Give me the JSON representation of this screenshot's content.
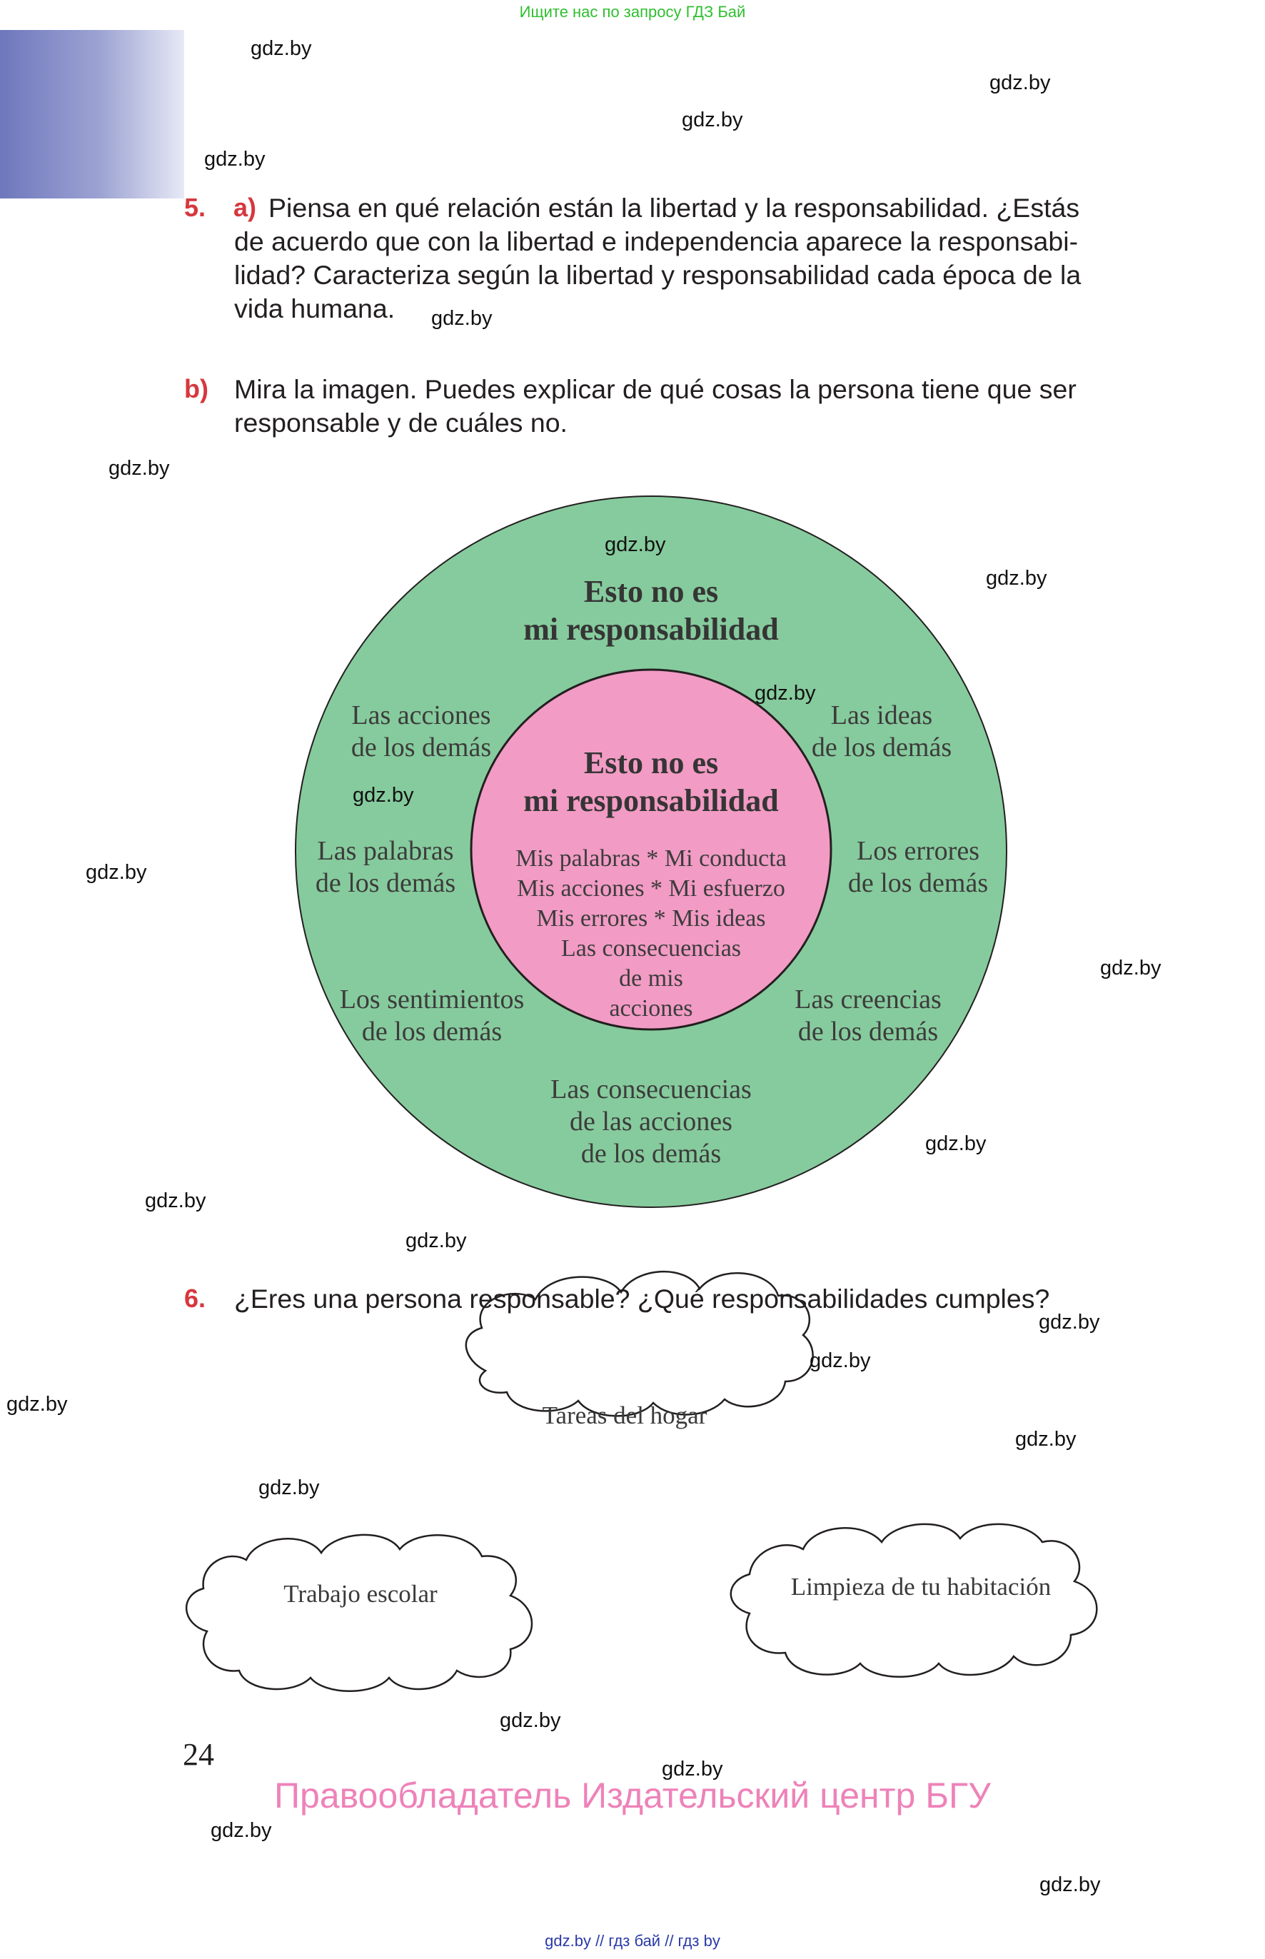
{
  "top_note": "Ищите нас по запросу ГДЗ Бай",
  "watermark": "gdz.by",
  "task5": {
    "number": "5.",
    "a_label": "a)",
    "a_lines": [
      "Piensa en qué relación están la libertad y la responsabilidad. ¿Estás",
      "de acuerdo que con la libertad e independencia aparece la responsabi-",
      "lidad? Caracteriza según la libertad y responsabilidad cada época de la",
      "vida humana."
    ],
    "b_label": "b)",
    "b_lines": [
      "Mira la imagen. Puedes explicar de qué cosas la persona tiene que ser",
      "responsable y de cuáles no."
    ]
  },
  "diagram": {
    "outer_title": [
      "Esto no es",
      "mi responsabilidad"
    ],
    "inner_title": [
      "Esto no es",
      "mi responsabilidad"
    ],
    "inner_items": [
      "Mis palabras * Mi conducta",
      "Mis acciones * Mi esfuerzo",
      "Mis errores * Mis ideas",
      "Las consecuencias",
      "de mis",
      "acciones"
    ],
    "outer_items": {
      "acciones": [
        "Las acciones",
        "de los demás"
      ],
      "ideas": [
        "Las ideas",
        "de los demás"
      ],
      "palabras": [
        "Las palabras",
        "de los demás"
      ],
      "errores": [
        "Los errores",
        "de los demás"
      ],
      "sentimientos": [
        "Los sentimientos",
        "de los demás"
      ],
      "creencias": [
        "Las creencias",
        "de los demás"
      ],
      "consecuencias": [
        "Las consecuencias",
        "de las acciones",
        "de los demás"
      ]
    },
    "colors": {
      "outer": "#86cb9d",
      "inner": "#f29bc4",
      "stroke": "#231f20"
    }
  },
  "task6": {
    "number": "6.",
    "text": "¿Eres una persona responsable? ¿Qué responsabilidades cumples?",
    "clouds": [
      "Tareas del hogar",
      "Trabajo escolar",
      "Limpieza de tu habitación"
    ]
  },
  "page_number": "24",
  "rights": "Правообладатель Издательский центр БГУ",
  "footer": "gdz.by  //  гдз бай  //  гдз by"
}
